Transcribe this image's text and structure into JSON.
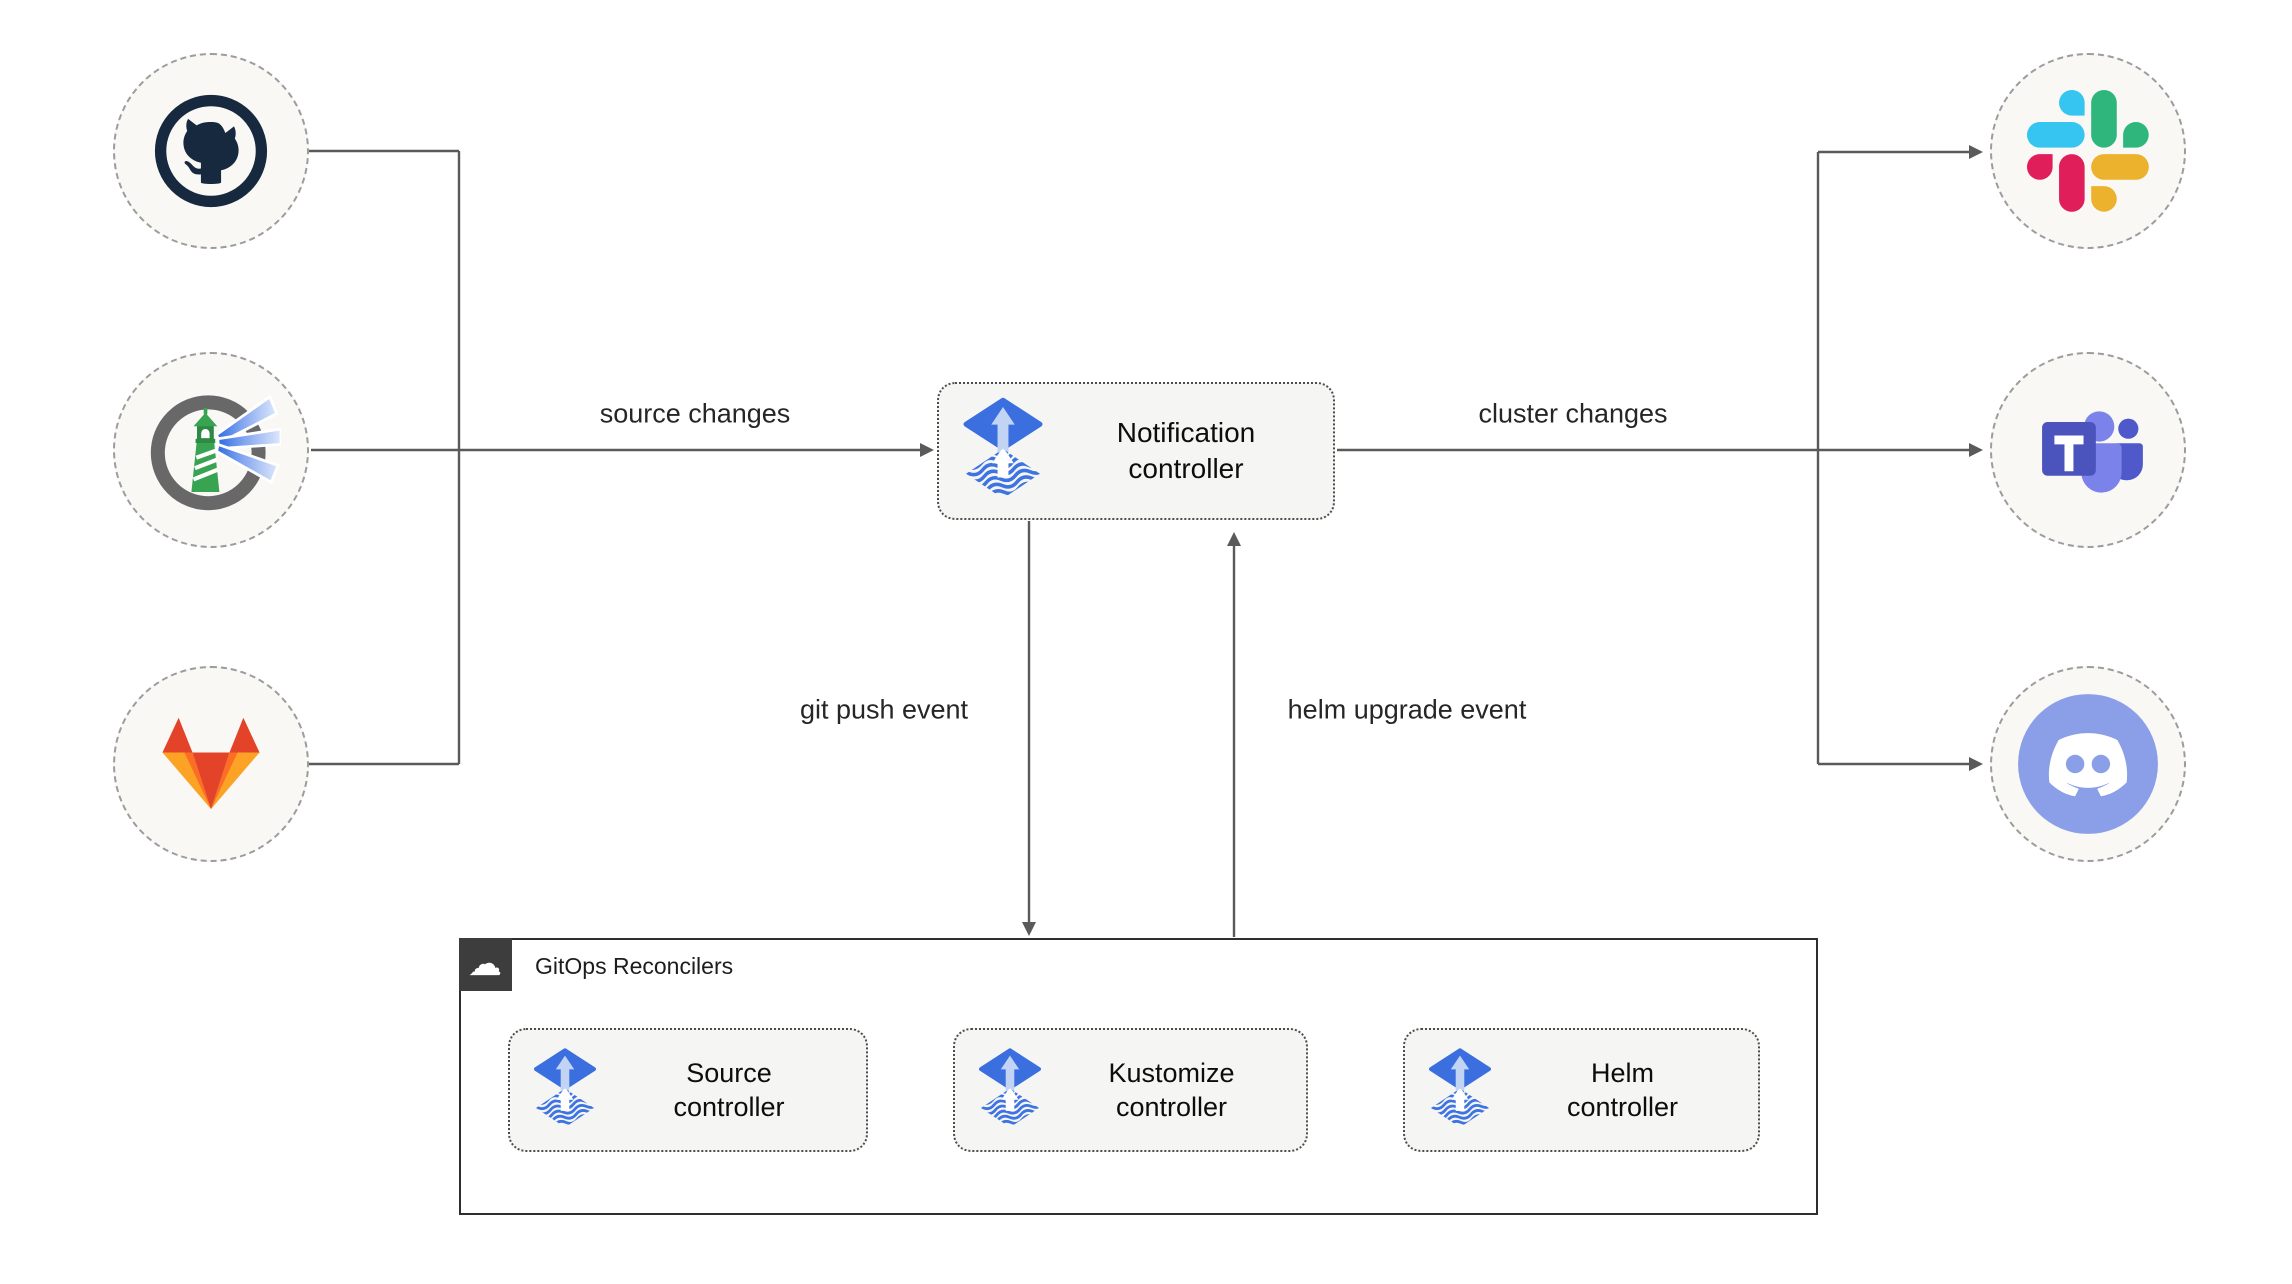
{
  "edges": {
    "source_changes": "source changes",
    "cluster_changes": "cluster changes",
    "git_push_event": "git push event",
    "helm_upgrade_event": "helm upgrade event"
  },
  "nodes": {
    "notification": {
      "label": "Notification controller",
      "icon": "flux-icon"
    },
    "source": {
      "label": "Source controller",
      "icon": "flux-icon"
    },
    "kustomize": {
      "label": "Kustomize controller",
      "icon": "flux-icon"
    },
    "helm": {
      "label": "Helm controller",
      "icon": "flux-icon"
    }
  },
  "group": {
    "label": "GitOps Reconcilers",
    "icon": "cloud-icon"
  },
  "sources": [
    {
      "icon": "github-icon"
    },
    {
      "icon": "lighthouse-icon"
    },
    {
      "icon": "gitlab-icon"
    }
  ],
  "targets": [
    {
      "icon": "slack-icon"
    },
    {
      "icon": "teams-icon"
    },
    {
      "icon": "discord-icon"
    }
  ],
  "colors": {
    "flux_blue": "#3b6fe0",
    "flux_light_arrow": "#c2d4f4",
    "connector_line": "#5a5a5a",
    "node_fill": "#f5f5f3",
    "circle_fill": "#f9f8f5",
    "group_tab": "#3d3d3d",
    "github": "#16293f",
    "lighthouse_green": "#38a452",
    "gitlab_red": "#e24329",
    "gitlab_orange": "#fc6d26",
    "gitlab_amber": "#fca326",
    "slack_blue": "#36c5f0",
    "slack_green": "#2eb67d",
    "slack_yellow": "#ecb22e",
    "slack_pink": "#e01e5a",
    "teams_dark": "#4b53bc",
    "teams_light": "#7b83eb",
    "teams_mid": "#5059c9",
    "discord_blurple": "#8a9fe8"
  }
}
